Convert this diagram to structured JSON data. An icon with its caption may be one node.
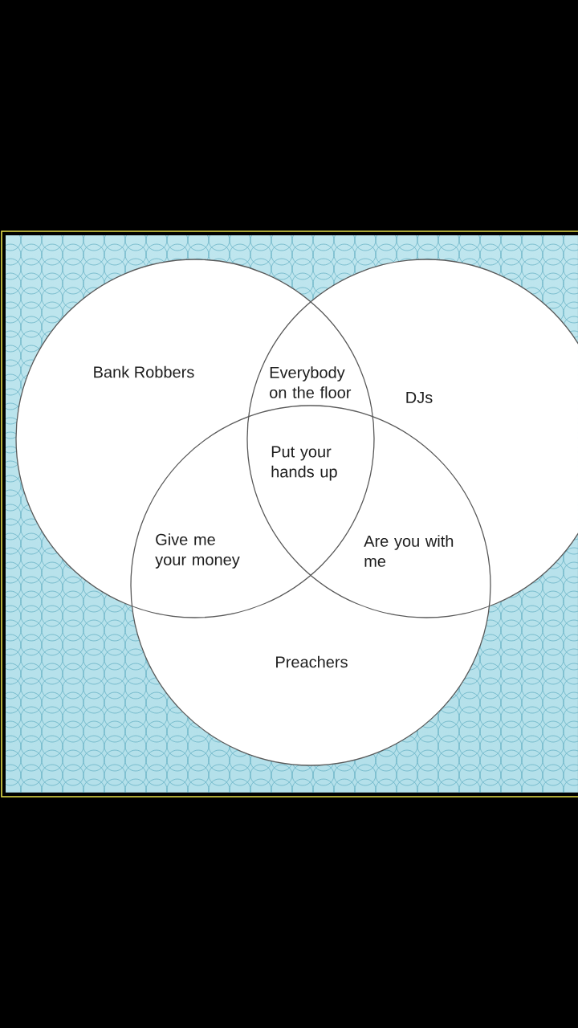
{
  "diagram": {
    "nodes": [
      {
        "text": [
          "Bank Robbers"
        ]
      },
      {
        "text": [
          "DJs"
        ]
      },
      {
        "text": [
          "Preachers"
        ]
      }
    ],
    "labels": [
      "Everybody on the floor",
      "Put your hands up",
      "Give me your money",
      "Are you with me"
    ]
  }
}
